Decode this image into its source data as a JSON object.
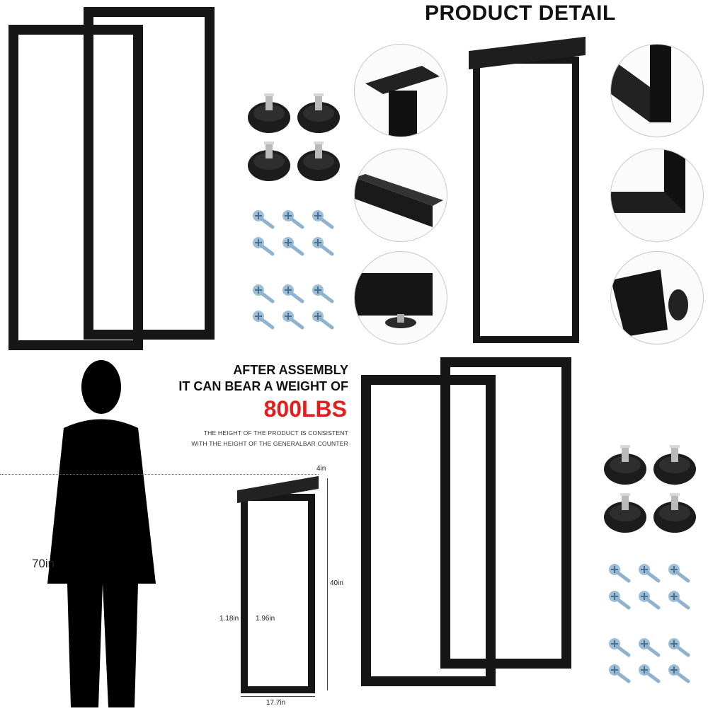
{
  "header": {
    "title": "PRODUCT DETAIL"
  },
  "assembly": {
    "line1": "AFTER ASSEMBLY",
    "line2": "IT CAN BEAR A WEIGHT OF",
    "weight": "800LBS",
    "note1": "THE HEIGHT OF THE PRODUCT IS CONSISTENT",
    "note2": "WITH THE HEIGHT OF THE GENERALBAR COUNTER"
  },
  "dimensions": {
    "person_height": "70in",
    "depth": "4in",
    "height": "40in",
    "tube_width": "1.18in",
    "tube_depth": "1.96in",
    "width": "17.7in"
  },
  "colors": {
    "metal": "#161616",
    "accent": "#e21d1d",
    "screw": "#8fb3cf"
  },
  "icons": [
    "leveling-foot-icon",
    "wood-screw-icon",
    "person-silhouette-icon"
  ]
}
